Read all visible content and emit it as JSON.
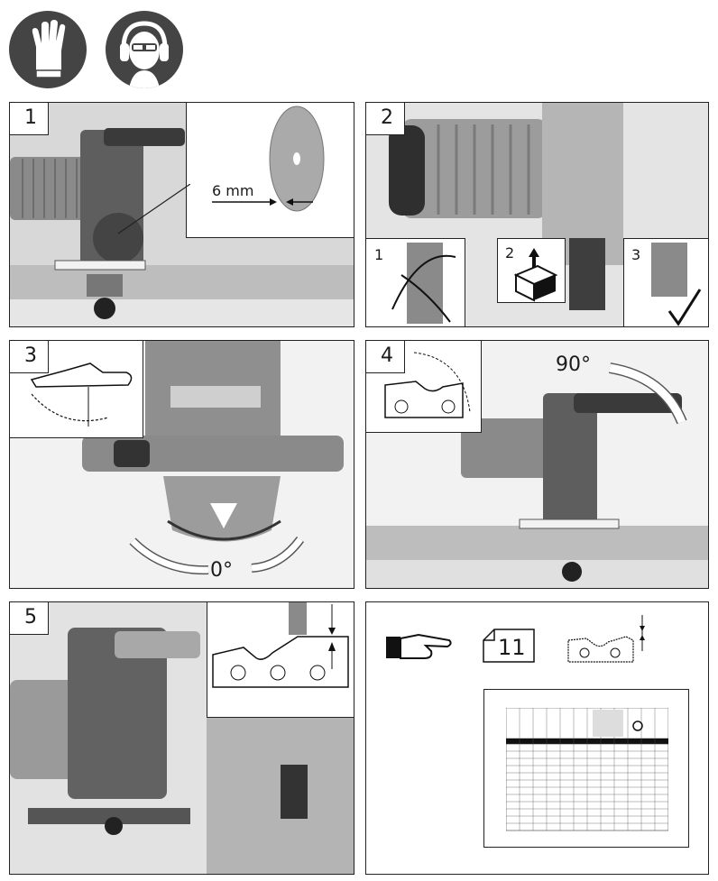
{
  "safety": {
    "gloves_icon": "gloves-icon",
    "protection_icon": "ear-eye-protection-icon"
  },
  "panels": [
    {
      "number": "1",
      "dimension": "6 mm"
    },
    {
      "number": "2",
      "sub": [
        "1",
        "2",
        "3"
      ]
    },
    {
      "number": "3",
      "angle": "0°"
    },
    {
      "number": "4",
      "angle": "90°"
    },
    {
      "number": "5"
    },
    {
      "page_ref": "11"
    }
  ],
  "colors": {
    "frame": "#222222",
    "photo_grey": "#8c8c8c",
    "icon_bg": "#444444"
  }
}
